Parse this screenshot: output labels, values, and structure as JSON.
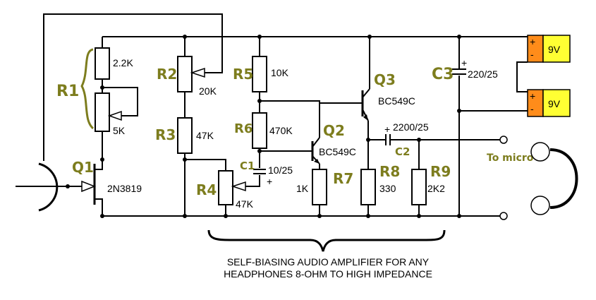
{
  "components": {
    "r1_top_value": "2.2K",
    "r1_pot_value": "5K",
    "r2_value": "20K",
    "r3_value": "47K",
    "q1_type": "2N3819",
    "r4_value": "47K",
    "r5_value": "10K",
    "r6_value": "470K",
    "c1_value": "10/25",
    "c1_polarity": "+",
    "q2_type": "BC549C",
    "r7_value": "1K",
    "q3_type": "BC549C",
    "r8_value": "330",
    "c2_value": "2200/25",
    "c2_polarity": "+",
    "r9_value": "2K2",
    "c3_value": "220/25",
    "c3_polarity": "+"
  },
  "handwritten": {
    "r1": "R1",
    "r2": "R2",
    "r3": "R3",
    "q1": "Q1",
    "r4": "R4",
    "r5": "R5",
    "r6": "R6",
    "c1": "C1",
    "q2": "Q2",
    "r7": "R7",
    "q3": "Q3",
    "r8": "R8",
    "c2": "C2",
    "r9": "R9",
    "c3": "C3",
    "to_micro": "To micro"
  },
  "batteries": [
    {
      "label": "9V",
      "plus": "+",
      "minus": "-"
    },
    {
      "label": "9V",
      "plus": "+",
      "minus": "-"
    }
  ],
  "caption": {
    "line1": "SELF-BIASING AUDIO AMPLIFIER FOR ANY",
    "line2": "HEADPHONES 8-OHM TO HIGH IMPEDANCE"
  },
  "colors": {
    "handwriting": "#7d7d1e",
    "battery_body": "#ff8c1a",
    "battery_label": "#ffff33"
  }
}
